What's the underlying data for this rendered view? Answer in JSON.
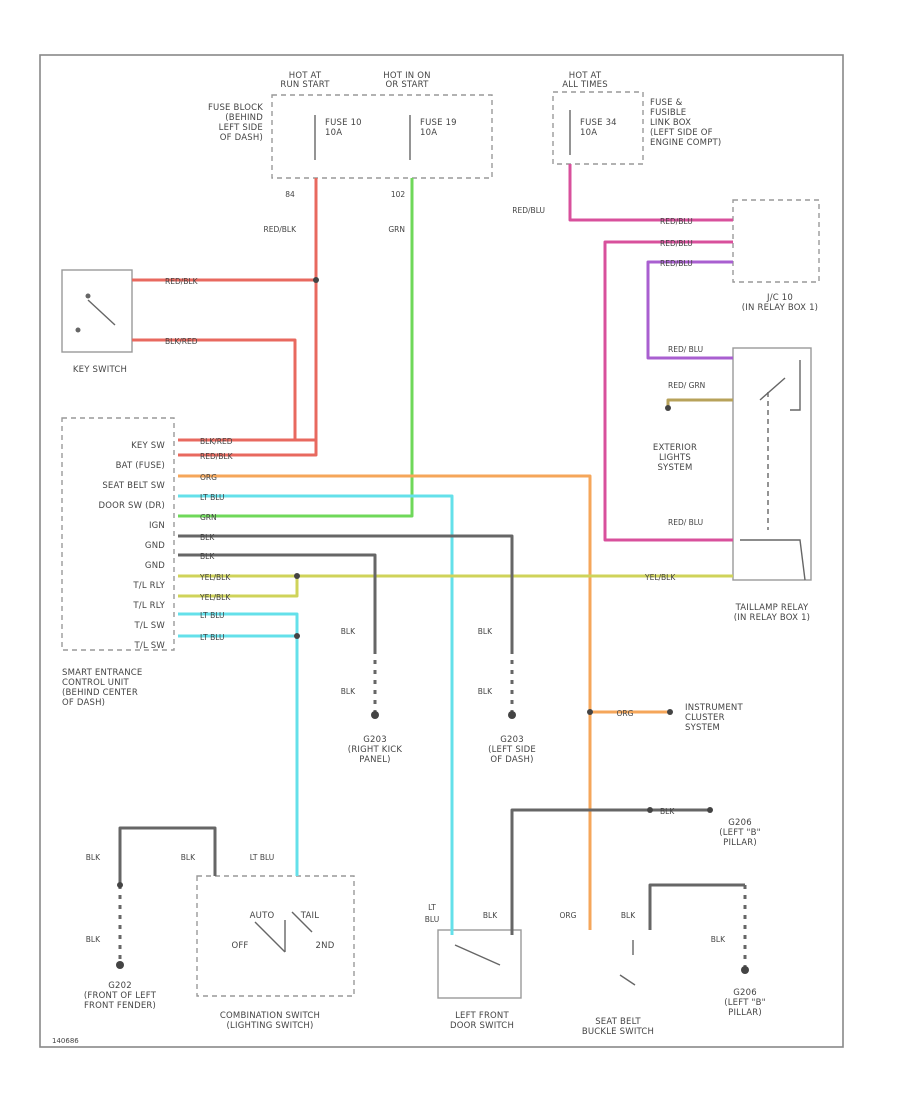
{
  "colors": {
    "red": "#e8695f",
    "green": "#6fd85a",
    "pink": "#d8509c",
    "purple": "#a95fd0",
    "orange": "#f5a65a",
    "cyan": "#64e0ea",
    "yellow": "#cfd35a",
    "gray": "#666666",
    "olive": "#b7a25a"
  },
  "labels": {
    "hot_run_start": [
      "HOT AT",
      "RUN START"
    ],
    "hot_acc_on": [
      "HOT IN ON",
      "OR START"
    ],
    "hot_all_times": [
      "HOT AT",
      "ALL TIMES"
    ],
    "fuse_block": [
      "FUSE BLOCK",
      "(BEHIND",
      "LEFT SIDE",
      "OF DASH)"
    ],
    "fuse_10a_1": [
      "FUSE 10",
      "10A"
    ],
    "fuse_10a_2": [
      "FUSE 19",
      "10A"
    ],
    "fuse_link": [
      "FUSE 34",
      "10A"
    ],
    "fusible_link_box": [
      "FUSE &",
      "FUSIBLE",
      "LINK BOX",
      "(LEFT SIDE OF",
      "ENGINE COMPT)"
    ],
    "key_switch": "KEY SWITCH",
    "unit_title": [
      "SMART ENTRANCE",
      "CONTROL UNIT",
      "(BEHIND CENTER",
      "OF DASH)"
    ],
    "unit_pins": [
      "KEY SW",
      "BAT (FUSE)",
      "SEAT BELT SW",
      "DOOR SW (DR)",
      "IGN",
      "GND",
      "GND",
      "T/L RLY",
      "T/L RLY",
      "T/L SW",
      "T/L SW"
    ],
    "joint_connector": [
      "J/C 10",
      "(IN RELAY BOX 1)"
    ],
    "exterior_lights": [
      "EXTERIOR",
      "LIGHTS",
      "SYSTEM"
    ],
    "taillamp_relay": [
      "TAILLAMP RELAY",
      "(IN RELAY BOX 1)"
    ],
    "instrument_cluster": [
      "INSTRUMENT",
      "CLUSTER",
      "SYSTEM"
    ],
    "g_right": [
      "G203",
      "(RIGHT KICK",
      "PANEL)"
    ],
    "g_left": [
      "G203",
      "(LEFT SIDE",
      "OF DASH)"
    ],
    "g_front": [
      "G202",
      "(FRONT OF LEFT",
      "FRONT FENDER)"
    ],
    "g_pillar1": [
      "G206",
      "(LEFT \"B\"",
      "PILLAR)"
    ],
    "g_pillar2": [
      "G206",
      "(LEFT \"B\"",
      "PILLAR)"
    ],
    "combo_switch": [
      "COMBINATION SWITCH",
      "(LIGHTING SWITCH)"
    ],
    "combo_positions": [
      "AUTO",
      "TAIL",
      "OFF",
      "2ND"
    ],
    "door_switch": [
      "LEFT FRONT",
      "DOOR SWITCH"
    ],
    "seat_belt": [
      "SEAT BELT",
      "BUCKLE SWITCH"
    ],
    "figure_id": "140686"
  },
  "wires": {
    "red_blk": "RED/BLK",
    "grn": "GRN",
    "red_blu": "RED/BLU",
    "blk_red": "BLK/RED",
    "org": "ORG",
    "lt_blu": "LT BLU",
    "blk": "BLK",
    "yel_blk": "YEL/BLK",
    "red_blu2": "RED/ BLU",
    "red_grn": "RED/ GRN",
    "lt": "LT",
    "blu": "BLU",
    "blk_y": "BLK",
    "org2": "ORG",
    "pin_84": "84",
    "pin_102": "102"
  }
}
